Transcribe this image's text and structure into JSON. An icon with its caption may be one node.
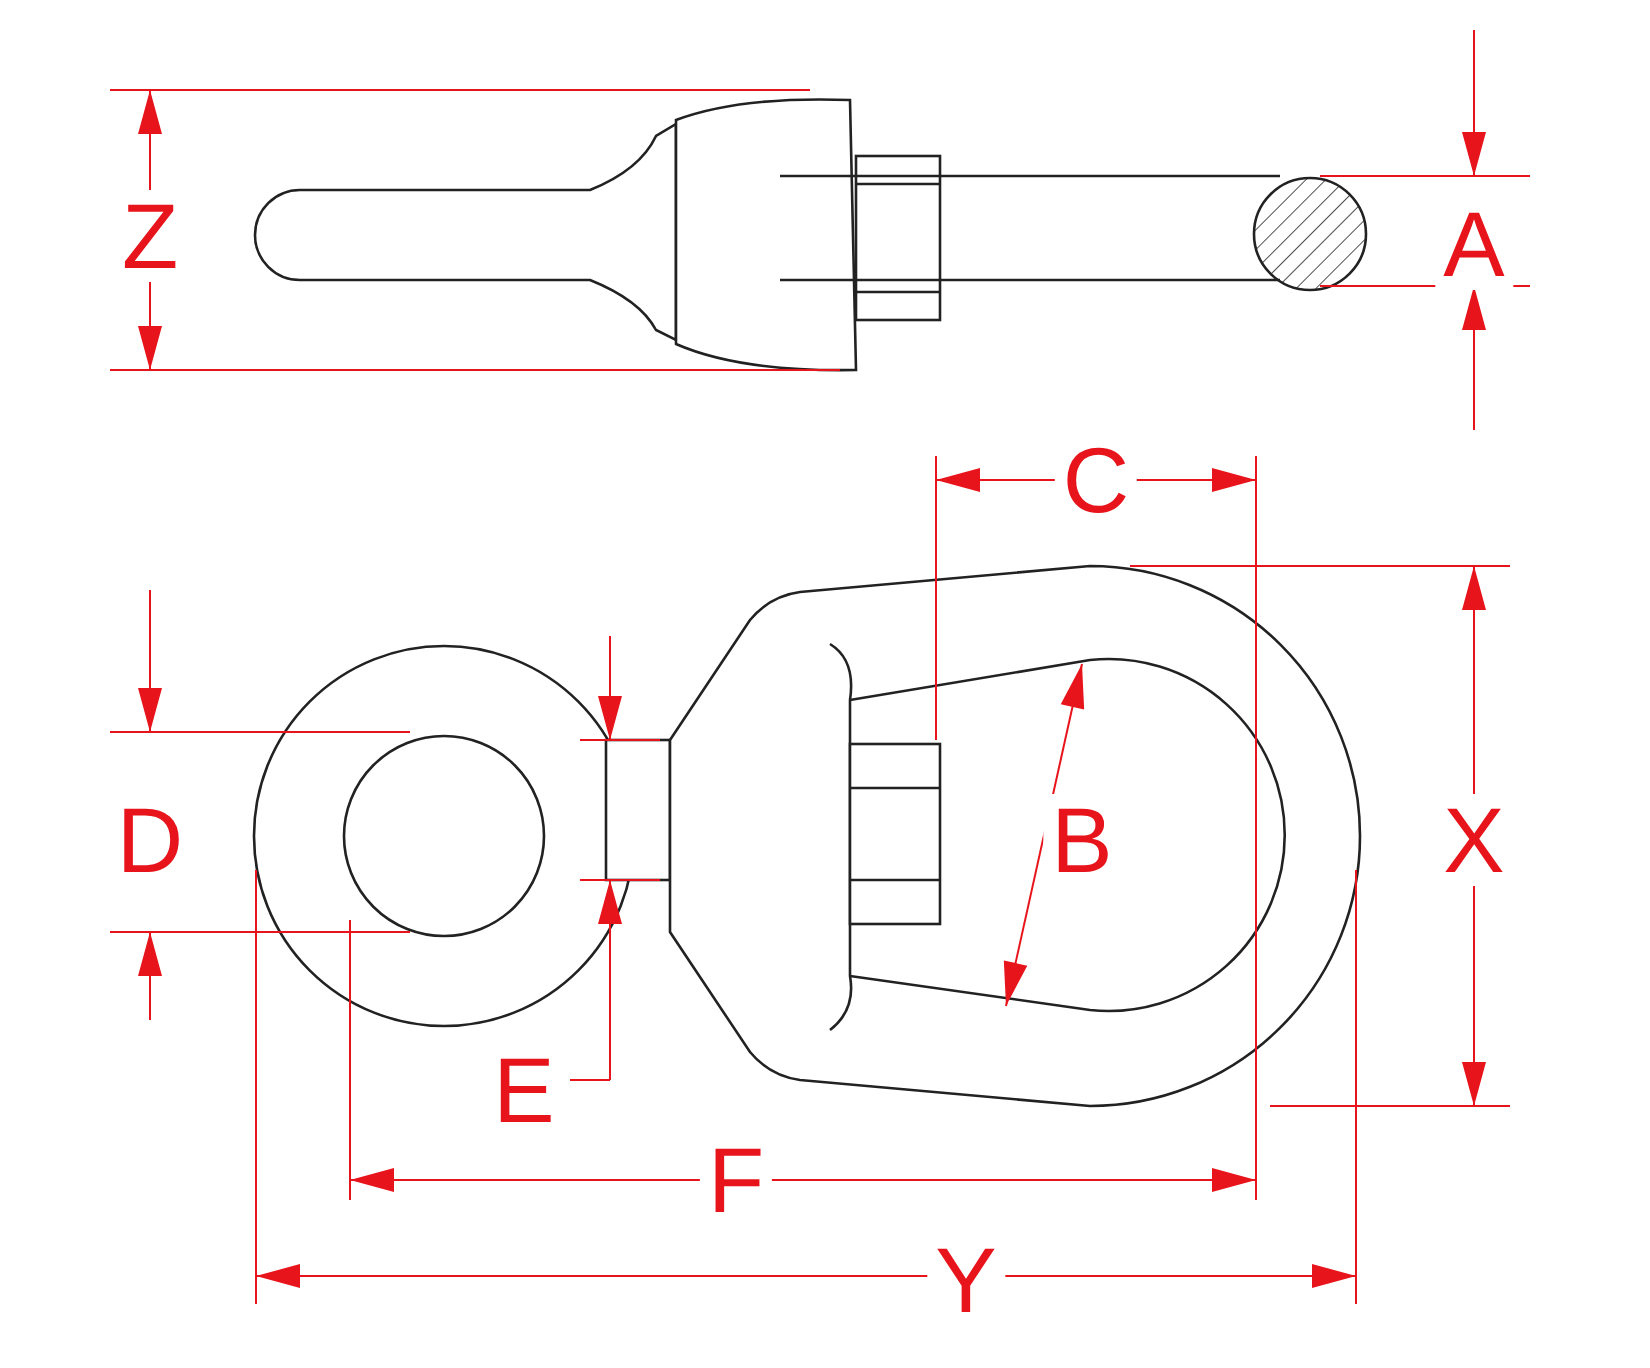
{
  "diagram": {
    "labels": [
      "Z",
      "A",
      "C",
      "D",
      "B",
      "X",
      "E",
      "F",
      "Y"
    ]
  }
}
